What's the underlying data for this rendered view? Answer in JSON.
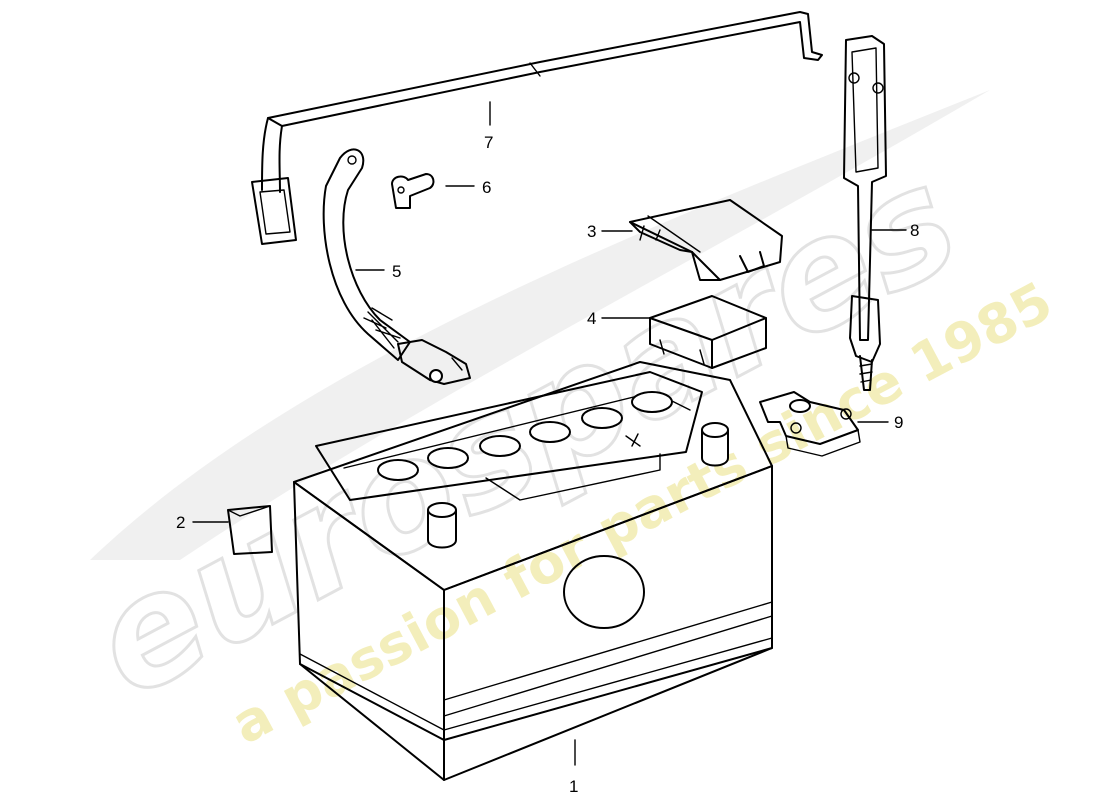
{
  "watermark": {
    "brand": "eurospares",
    "tagline": "a passion for parts since 1985"
  },
  "callouts": [
    "1",
    "2",
    "3",
    "4",
    "5",
    "6",
    "7",
    "8",
    "9"
  ]
}
